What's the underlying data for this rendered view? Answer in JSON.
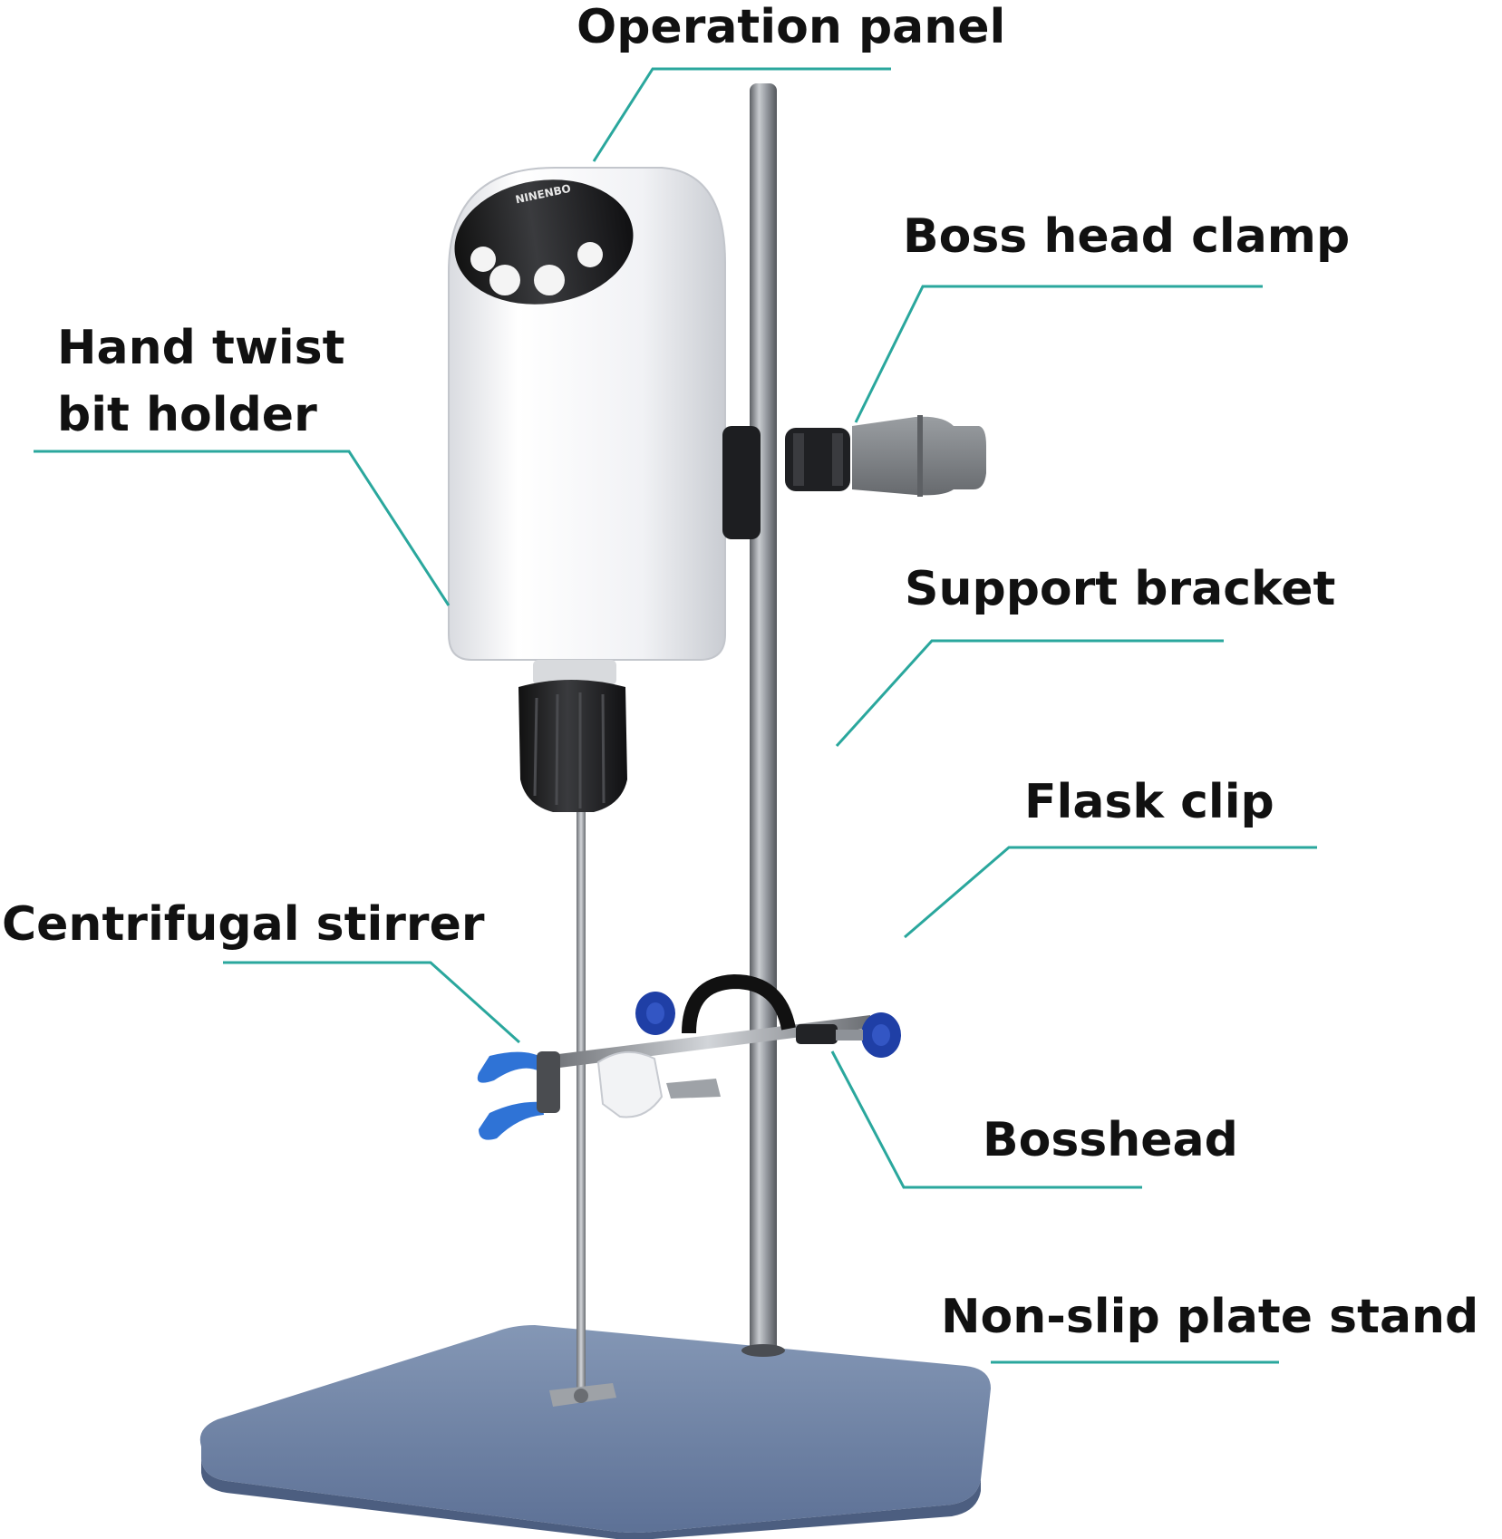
{
  "colors": {
    "leader_line": "#2aa79d",
    "label_text": "#111111",
    "base_plate": "#6f86a8",
    "rod": "#8e9298",
    "housing": "#f3f4f6",
    "panel": "#1b1c1f",
    "knob_blue": "#1f3fa6",
    "clamp_grey": "#7d8184"
  },
  "device": {
    "brand": "NINENBO"
  },
  "labels": {
    "operation_panel": "Operation panel",
    "boss_head_clamp": "Boss head clamp",
    "hand_twist_line1": "Hand twist",
    "hand_twist_line2": "bit holder",
    "support_bracket": "Support bracket",
    "flask_clip": "Flask clip",
    "centrifugal_stirrer": "Centrifugal stirrer",
    "bosshead": "Bosshead",
    "non_slip_plate_stand": "Non-slip plate stand"
  }
}
